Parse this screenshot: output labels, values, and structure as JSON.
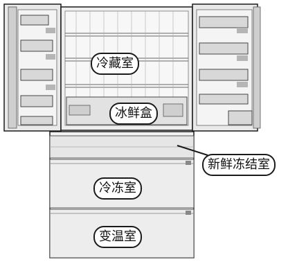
{
  "labels": {
    "fridge_compartment": "冷藏室",
    "ice_fresh_box": "冰鲜盒",
    "fresh_freeze_compartment": "新鲜冻结室",
    "freezer_compartment": "冷冻室",
    "variable_temp_compartment": "变温室"
  },
  "colors": {
    "outline": "#1a1a1a",
    "panel_light": "#eeeeee",
    "panel_dark": "#cfcfcf",
    "background": "#ffffff"
  }
}
